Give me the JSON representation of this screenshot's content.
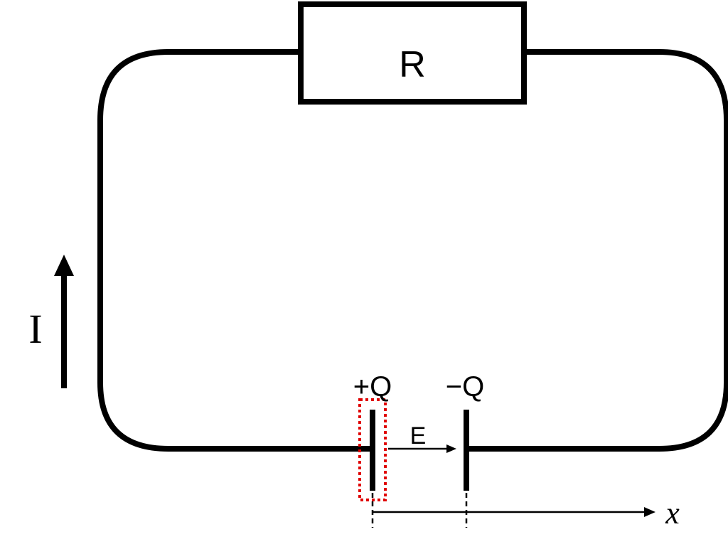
{
  "labels": {
    "resistor": "R",
    "current": "I",
    "plate_positive": "+Q",
    "plate_negative": "−Q",
    "field": "E",
    "axis": "x"
  },
  "colors": {
    "line": "#000000",
    "highlight": "#e00000",
    "background": "#ffffff"
  }
}
